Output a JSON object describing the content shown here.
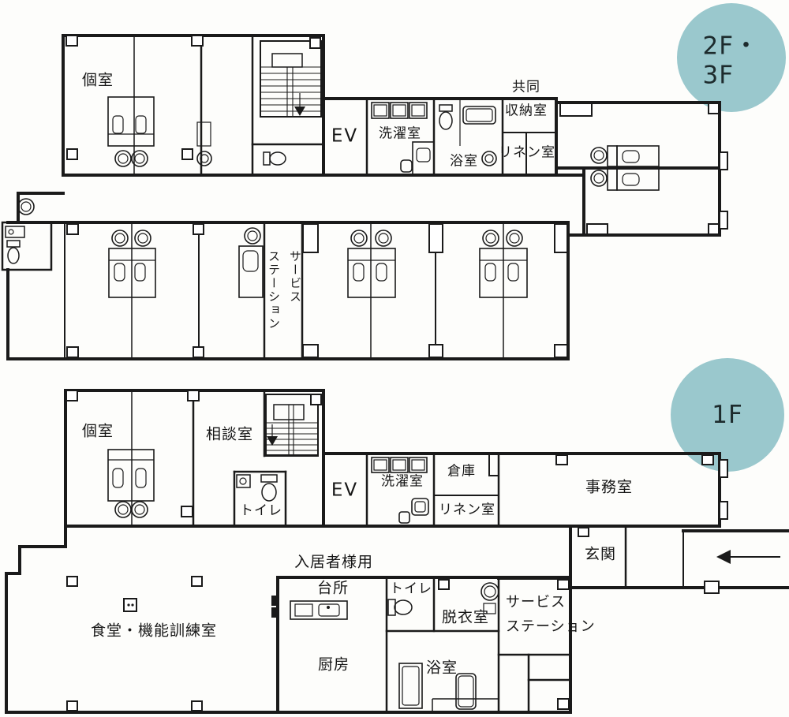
{
  "colors": {
    "badge": "#9ac8cd",
    "wall": "#1a1a1a"
  },
  "floor_upper": {
    "badge": "2F・3F",
    "rooms": {
      "private_room": "個室",
      "elevator": "EV",
      "laundry": "洗濯室",
      "bath": "浴室",
      "shared_storage_line1": "共同",
      "shared_storage_line2": "収納室",
      "linen": "リネン室",
      "service_station": "サービス\nステーション"
    }
  },
  "floor_1f": {
    "badge": "1F",
    "rooms": {
      "private_room": "個室",
      "counseling": "相談室",
      "toilet_upper": "トイレ",
      "elevator": "EV",
      "laundry": "洗濯室",
      "storage": "倉庫",
      "linen": "リネン室",
      "office": "事務室",
      "entrance": "玄関",
      "residents_use": "入居者様用",
      "kitchen": "台所",
      "toilet_lower": "トイレ",
      "dressing_room": "脱衣室",
      "service_station": "サービス\nステーション",
      "dining": "食堂・機能訓練室",
      "commercial_kitchen": "厨房",
      "bath": "浴室"
    }
  }
}
